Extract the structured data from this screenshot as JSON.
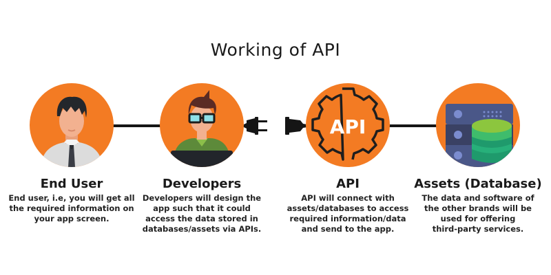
{
  "title": "Working of API",
  "colors": {
    "circle": "#f37b23",
    "connector": "#151515",
    "text": "#1a1a1a"
  },
  "nodes": [
    {
      "heading": "End User",
      "description": "End user, i.e, you will get all\nthe required information on\nyour app screen.",
      "icon": "businessman-icon"
    },
    {
      "heading": "Developers",
      "description": "Developers will design the\napp such that it could\naccess the data stored in\ndatabases/assets via APIs.",
      "icon": "developer-icon"
    },
    {
      "heading": "API",
      "description": "API will connect with\nassets/databases to access\nrequired information/data\nand send to the app.",
      "icon": "api-gear-icon",
      "icon_text": "API"
    },
    {
      "heading": "Assets (Database)",
      "description": "The data and software of\nthe other brands will be\nused for offering\nthird-party services.",
      "icon": "server-database-icon"
    }
  ],
  "connectors": [
    {
      "from": "End User",
      "to": "Developers",
      "type": "line"
    },
    {
      "from": "Developers",
      "to": "API",
      "type": "plug-and-socket"
    },
    {
      "from": "API",
      "to": "Assets (Database)",
      "type": "line"
    }
  ]
}
